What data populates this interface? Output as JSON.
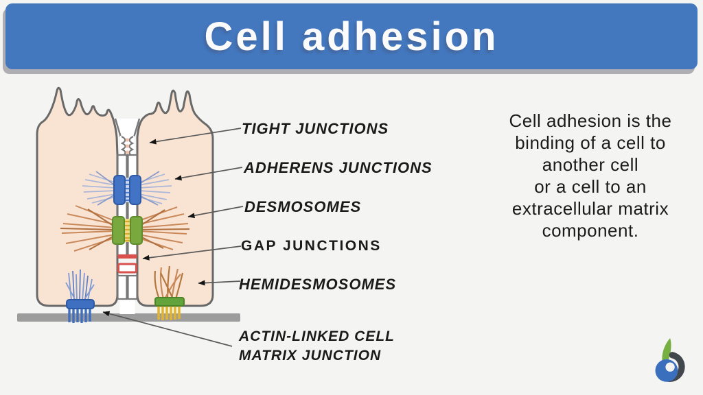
{
  "header": {
    "title": "Cell adhesion"
  },
  "labels": {
    "tight": "TIGHT JUNCTIONS",
    "adherens": "ADHERENS JUNCTIONS",
    "desmosomes": "DESMOSOMES",
    "gap": "GAP JUNCTIONS",
    "hemidesmosomes": "HEMIDESMOSOMES",
    "actin": "ACTIN-LINKED CELL\nMATRIX JUNCTION"
  },
  "definition": "Cell adhesion is the\nbinding of a cell to\nanother cell\nor a cell to an\nextracellular matrix\ncomponent.",
  "icons": {
    "logo": "biology-online-logo-icon"
  },
  "colors": {
    "banner_blue": "#4377be",
    "background": "#f4f4f2",
    "cell_fill": "#f9e3d2",
    "cell_outline": "#696969",
    "membrane_white": "#ffffff",
    "adherens_blue": "#4273c4",
    "adherens_ladder": "#ccd6ec",
    "desmosome_green": "#79a93e",
    "desmosome_yellow": "#f0dc86",
    "gap_junction_red": "#d9504c",
    "hemidesmosome_green": "#62a33c",
    "hemidesmosome_yellow": "#e3b42c",
    "actin_junction_blue": "#3f6fc1",
    "basement_membrane_gray": "#9c9c9c",
    "actin_filament_blue": "#a9b6d9",
    "intermediate_filament_tan": "#c9895a",
    "arrow_gray": "#5a5a5a"
  }
}
